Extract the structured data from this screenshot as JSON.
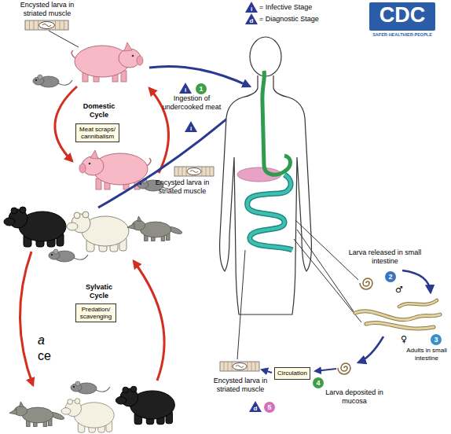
{
  "diagram": {
    "nodes": [
      {
        "text": [
          "1"
        ]
      },
      {
        "text": [
          "Meat scraps/ cannibalism"
        ]
      },
      {
        "text": [
          "2"
        ]
      },
      {
        "text": [
          "Predation/ scavenging"
        ]
      },
      {
        "text": [
          "3"
        ]
      },
      {
        "text": [
          "Circulation"
        ]
      },
      {
        "text": [
          "4"
        ]
      },
      {
        "text": [
          "5"
        ]
      }
    ],
    "labels": [
      "Encysted larva in striated muscle",
      "i",
      "d",
      "CDC",
      "SAFER·HEALTHIER·PEOPLE",
      "Domestic Cycle",
      "i",
      "Ingestion of undercooked meat",
      "i",
      "Encysted larva in striated muscle",
      "Sylvatic Cycle",
      "Larva released in small intestine",
      "♂",
      "♀",
      "Adults in small intestine",
      "Larva deposited in mucosa",
      "Encysted larva in striated muscle",
      "d",
      "a",
      "ce"
    ],
    "legend": [
      {
        "text": "= Infective Stage"
      },
      {
        "text": "= Diagnostic Stage"
      }
    ]
  }
}
